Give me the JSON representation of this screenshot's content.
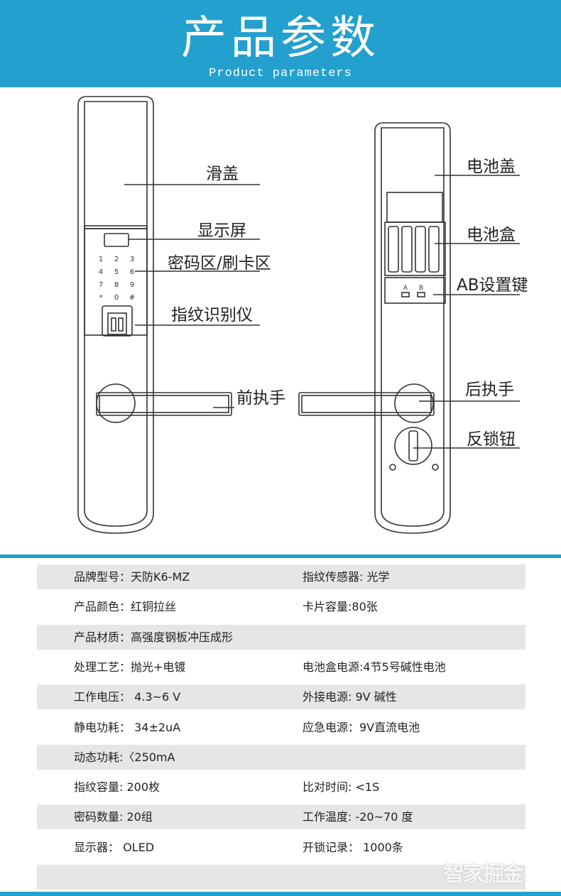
{
  "header": {
    "title": "产品参数",
    "subtitle": "Product parameters"
  },
  "colors": {
    "accent": "#23a0ce",
    "row_shade": "#e6e6e6",
    "line_art": "#333333"
  },
  "front_view": {
    "keypad_keys": [
      "1",
      "2",
      "3",
      "4",
      "5",
      "6",
      "7",
      "8",
      "9",
      "*",
      "0",
      "#"
    ],
    "labels": {
      "slide_cover": "滑盖",
      "display": "显示屏",
      "keypad": "密码区/刷卡区",
      "fingerprint": "指纹识别仪",
      "front_handle": "前执手"
    }
  },
  "back_view": {
    "button_labels": [
      "A",
      "B"
    ],
    "labels": {
      "battery_cover": "电池盖",
      "battery_box": "电池盒",
      "ab_key": "AB设置键",
      "rear_handle": "后执手",
      "anti_lock_knob": "反锁钮"
    }
  },
  "specs": [
    {
      "left": "品牌型号：天防K6-MZ",
      "right": "指纹传感器: 光学"
    },
    {
      "left": "产品颜色：红铜拉丝",
      "right": "卡片容量:80张"
    },
    {
      "left": "产品材质：高强度钢板冲压成形",
      "right": ""
    },
    {
      "left": "处理工艺：抛光+电镀",
      "right": "电池盒电源:4节5号碱性电池"
    },
    {
      "left": "工作电压：  4.3~6 V",
      "right": "外接电源: 9V 碱性"
    },
    {
      "left": "静电功耗：  34±2uA",
      "right": "应急电源：9V直流电池"
    },
    {
      "left": "动态功耗:〈250mA",
      "right": ""
    },
    {
      "left": "指纹容量: 200枚",
      "right": "比对时间: <1S"
    },
    {
      "left": "密码数量: 20组",
      "right": "工作温度: -20~70 度"
    },
    {
      "left": "显示器： OLED",
      "right": "开锁记录： 1000条"
    },
    {
      "left": "",
      "right": ""
    }
  ],
  "watermark": "智家掘金"
}
